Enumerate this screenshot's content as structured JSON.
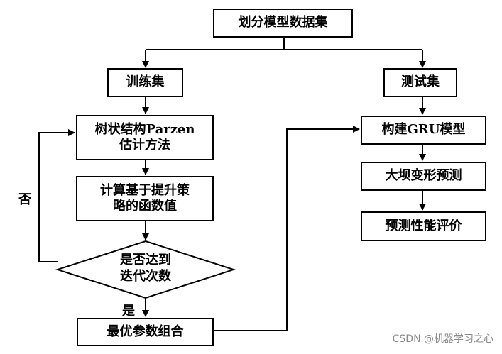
{
  "flowchart": {
    "root": "划分模型数据集",
    "train_set": "训练集",
    "test_set": "测试集",
    "parzen_line1": "树状结构Parzen",
    "parzen_line2": "估计方法",
    "calc_line1": "计算基于提升策",
    "calc_line2": "略的函数值",
    "decision_line1": "是否达到",
    "decision_line2": "迭代次数",
    "no_label": "否",
    "yes_label": "是",
    "best_params": "最优参数组合",
    "build_gru": "构建GRU模型",
    "predict": "大坝变形预测",
    "evaluate": "预测性能评价"
  },
  "watermark": "CSDN @机器学习之心"
}
